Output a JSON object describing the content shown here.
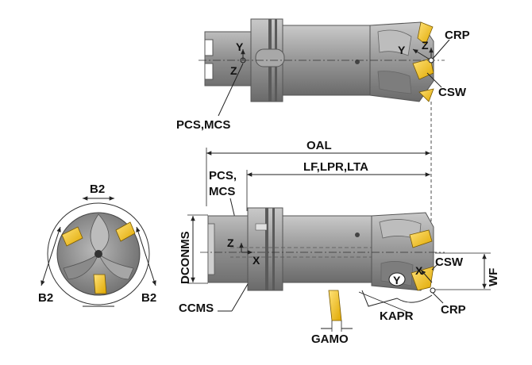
{
  "labels": {
    "crp_top": "CRP",
    "csw_top": "CSW",
    "pcs_mcs_top": "PCS,MCS",
    "oal": "OAL",
    "lf_lpr_lta": "LF,LPR,LTA",
    "pcs": "PCS,",
    "mcs": "MCS",
    "dconms": "DCONMS",
    "ccms": "CCMS",
    "gamo": "GAMO",
    "kapr": "KAPR",
    "csw_side": "CSW",
    "crp_side": "CRP",
    "wf": "WF",
    "b2_top": "B2",
    "b2_left": "B2",
    "b2_right": "B2"
  },
  "axes": {
    "top_y": "Y",
    "top_z": "Z",
    "top_tip_y": "Y",
    "top_tip_z": "Z",
    "side_z": "Z",
    "side_x": "X",
    "side_tip_x": "X",
    "side_tip_y": "Y"
  },
  "colors": {
    "body_gray": "#9a9a9a",
    "body_light": "#c8c8c8",
    "body_dark": "#6e6e6e",
    "insert_yellow": "#f2c200",
    "line": "#222222"
  }
}
